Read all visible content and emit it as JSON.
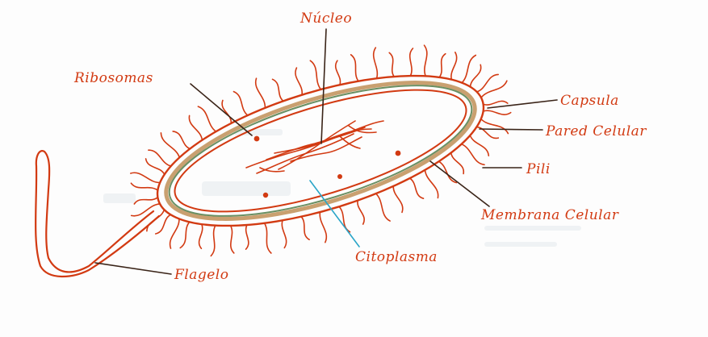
{
  "diagram": {
    "labels": {
      "nucleo": "Núcleo",
      "ribosomas": "Ribosomas",
      "capsula": "Capsula",
      "pared": "Pared Celular",
      "pili": "Pili",
      "membrana": "Membrana Celular",
      "citoplasma": "Citoplasma",
      "flagelo": "Flagelo"
    },
    "colors": {
      "ink": "#d23a12",
      "leader": "#3a2418",
      "membrane_green": "#6a8f62",
      "wall_ocher": "#c9a070",
      "citoplasma_pointer": "#2aa5c8",
      "background": "#fdfdfd"
    }
  }
}
